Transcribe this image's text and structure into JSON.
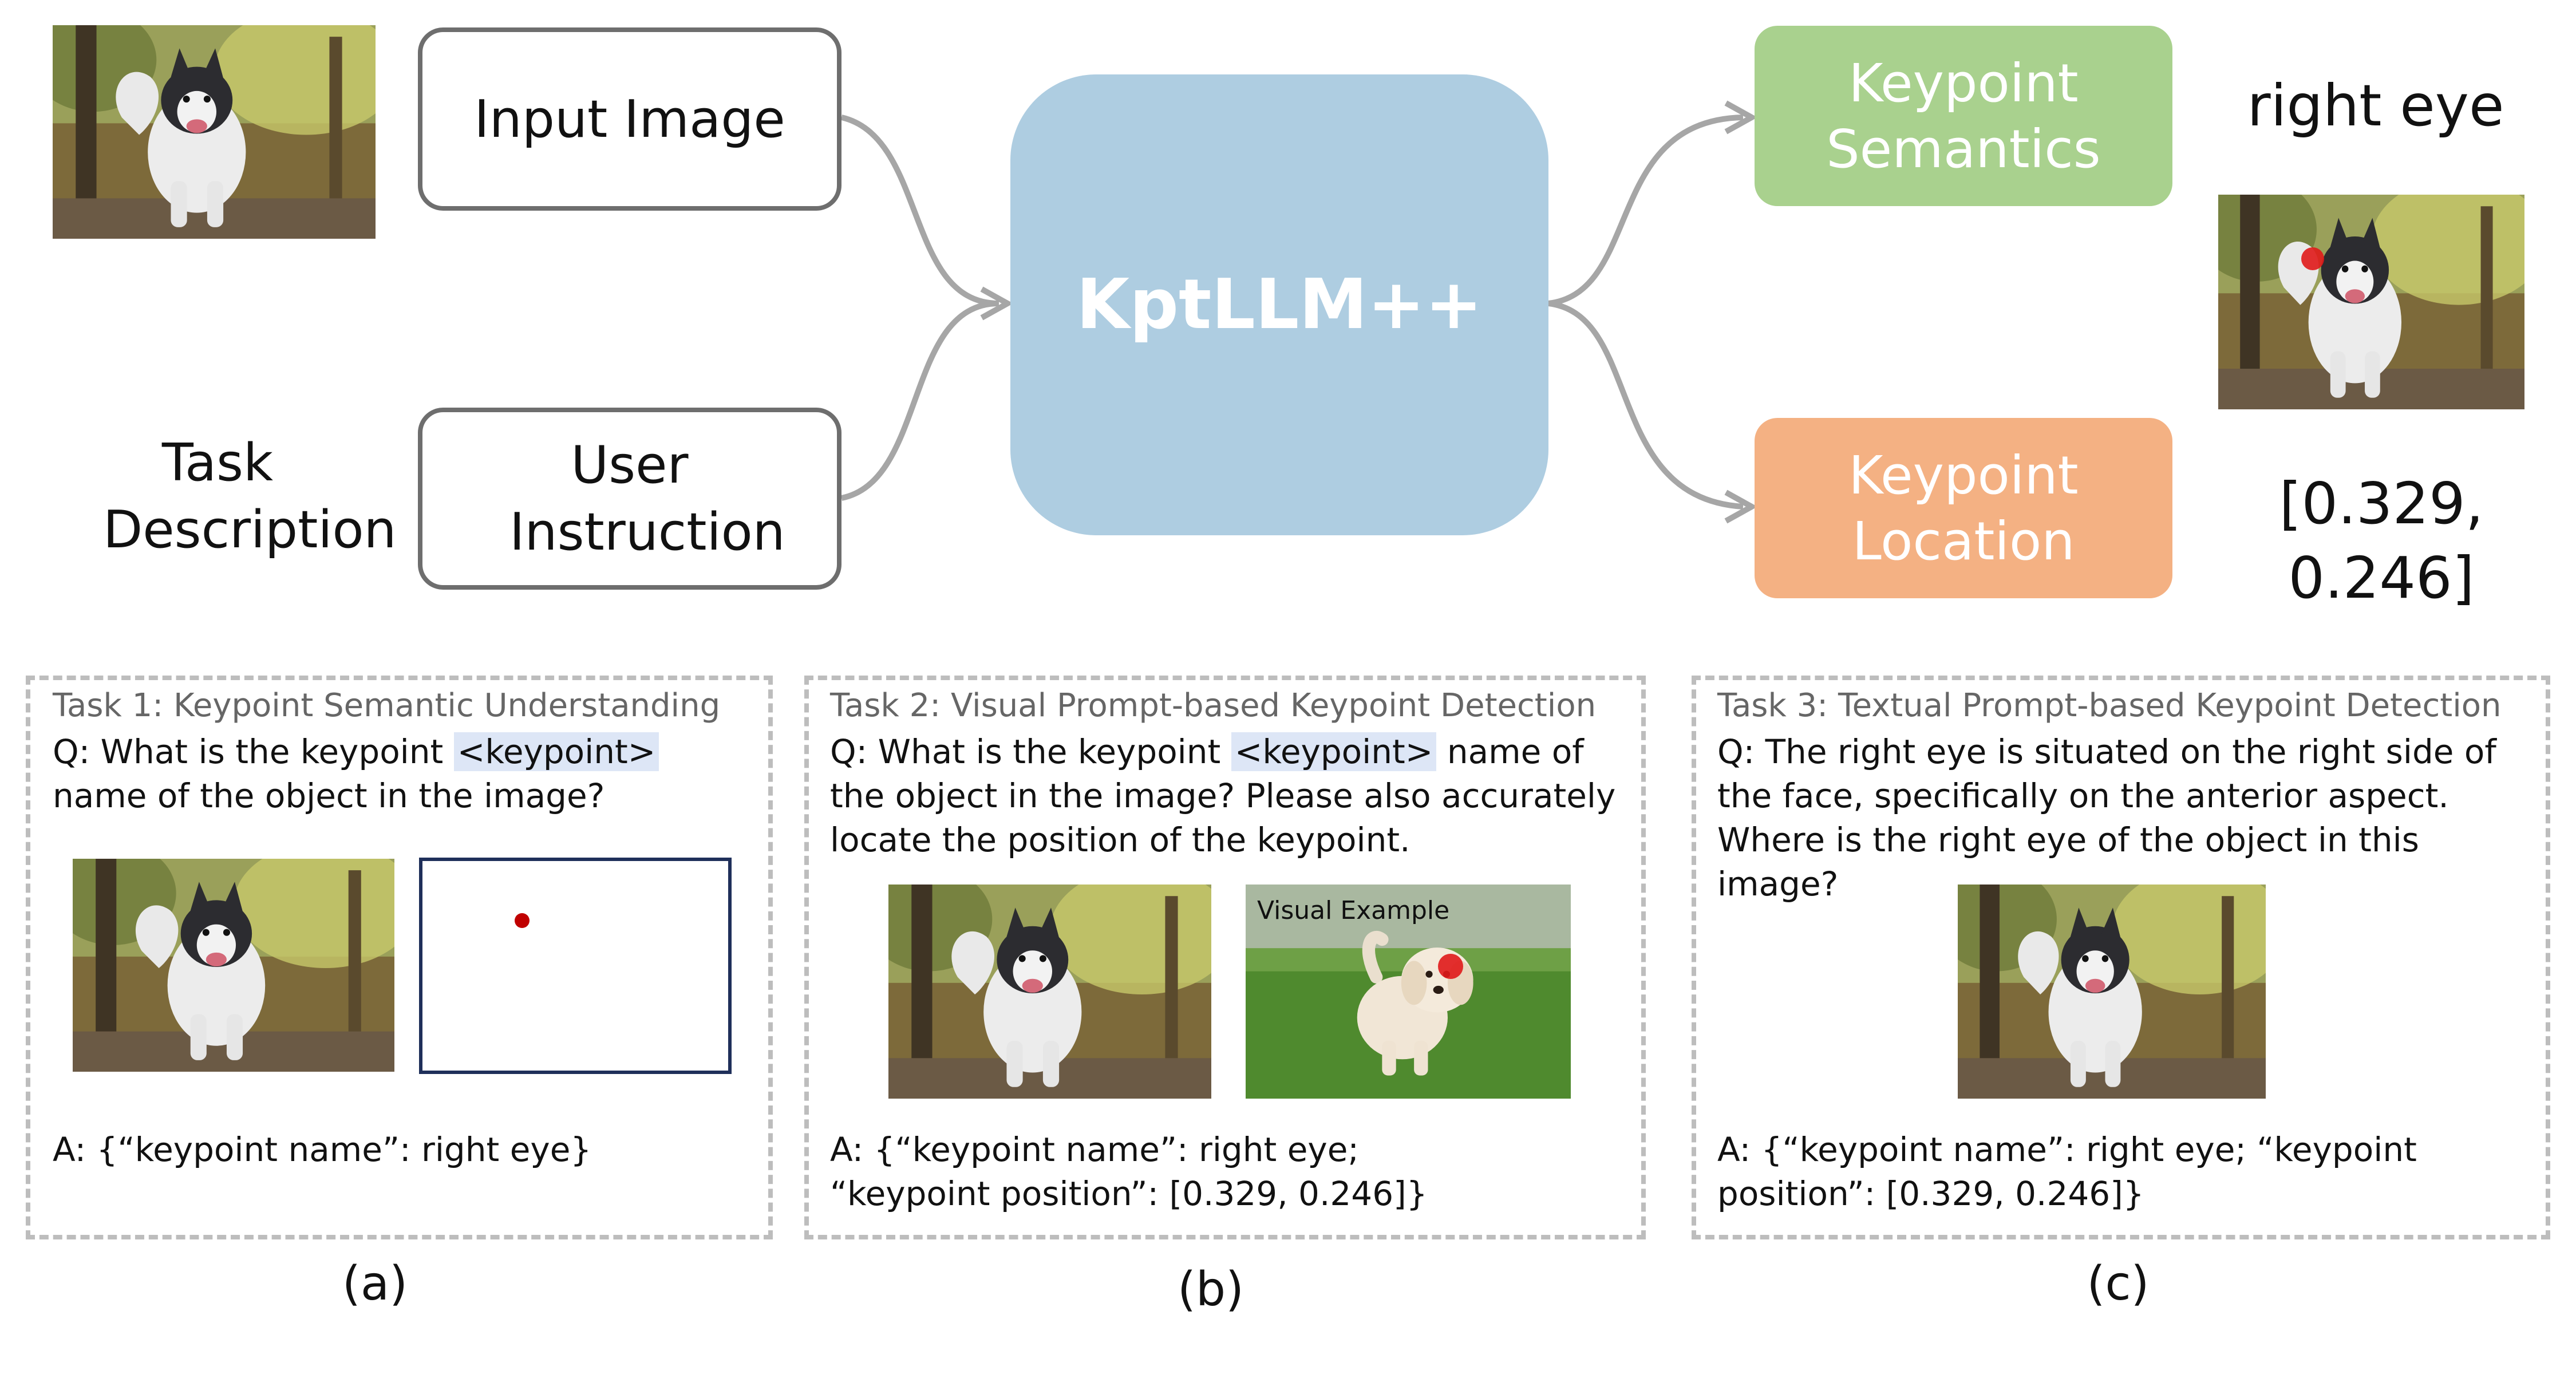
{
  "pipeline": {
    "input_image_label": "Input Image",
    "user_instruction_label": "User Instruction",
    "task_description_label": "Task Description",
    "model_label": "KptLLM++",
    "keypoint_semantics_label": "Keypoint Semantics",
    "keypoint_location_label": "Keypoint Location",
    "semantics_output": "right eye",
    "location_output": "[0.329, 0.246]"
  },
  "tasks": [
    {
      "title": "Task 1: Keypoint Semantic Understanding",
      "q_prefix": "Q: What is the keypoint",
      "q_token": "<keypoint>",
      "q_suffix": "name of the object in the image?",
      "answer": "A: {“keypoint name”: right eye}",
      "caption": "(a)"
    },
    {
      "title": "Task 2: Visual Prompt-based Keypoint Detection",
      "q_prefix": "Q: What is the keypoint",
      "q_token": "<keypoint>",
      "q_suffix": "name of the object in the image? Please also accurately locate the position of the keypoint.",
      "visual_example_label": "Visual Example",
      "answer": "A: {“keypoint name”: right eye; “keypoint position”: [0.329, 0.246]}",
      "caption": "(b)"
    },
    {
      "title": "Task 3: Textual Prompt-based Keypoint Detection",
      "question": "Q: The right eye is situated on the right side of the face, specifically on the anterior aspect. Where is the right eye of the object in this image?",
      "answer": "A: {“keypoint name”: right eye; “keypoint position”: [0.329, 0.246]}",
      "caption": "(c)"
    }
  ],
  "colors": {
    "model_box": "#aecde1",
    "semantics_box": "#a9d18e",
    "location_box": "#f4b183",
    "arrow": "#a6a6a6",
    "keypoint_dot": "#c00000",
    "highlight": "#dde6f6"
  },
  "icons": [
    "husky-photo",
    "puppy-photo",
    "keypoint-marker",
    "arrow"
  ]
}
